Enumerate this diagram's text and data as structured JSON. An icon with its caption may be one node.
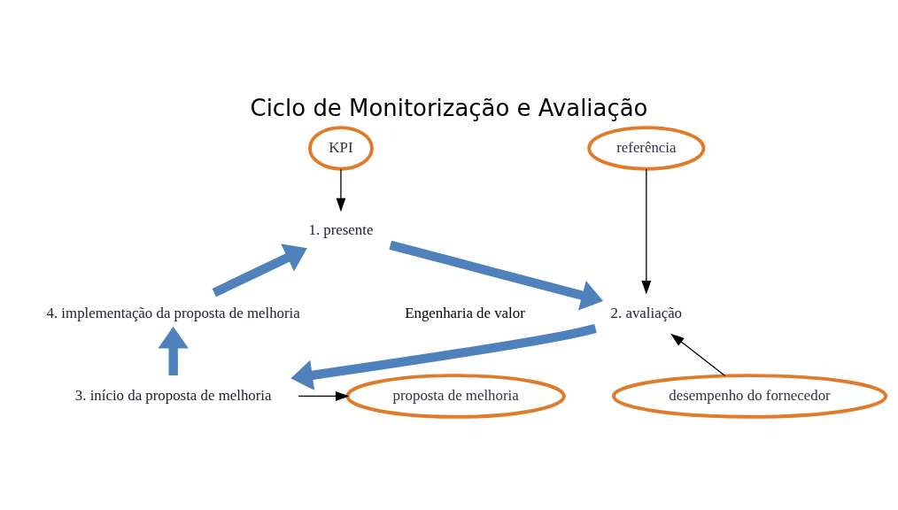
{
  "diagram": {
    "title": "Ciclo de Monitorização e Avaliação",
    "nodes": [
      {
        "text": [
          "KPI"
        ]
      },
      {
        "text": [
          "1. presente"
        ]
      },
      {
        "text": [
          "referência"
        ]
      },
      {
        "text": [
          "2. avaliação"
        ]
      },
      {
        "text": [
          "4. implementação da proposta de melhoria"
        ]
      },
      {
        "text": [
          "3. início da proposta de melhoria"
        ]
      },
      {
        "text": [
          "proposta de melhoria"
        ]
      },
      {
        "text": [
          "desempenho do fornecedor"
        ]
      }
    ],
    "edges": [
      {
        "from": 0,
        "to": 1,
        "arrow": "to"
      },
      {
        "from": 1,
        "to": 3,
        "arrow": "to",
        "style": "thick",
        "color": "#4f81bd"
      },
      {
        "from": 3,
        "to": 5,
        "arrow": "to",
        "style": "thick",
        "color": "#4f81bd"
      },
      {
        "from": 5,
        "to": 4,
        "arrow": "to",
        "style": "thick",
        "color": "#4f81bd"
      },
      {
        "from": 4,
        "to": 1,
        "arrow": "to",
        "style": "thick",
        "color": "#4f81bd"
      },
      {
        "from": 5,
        "to": 6,
        "arrow": "to"
      },
      {
        "from": 2,
        "to": 3,
        "arrow": "to"
      },
      {
        "from": 7,
        "to": 3,
        "arrow": "to"
      }
    ],
    "labels": [
      "Engenharia de valor"
    ]
  }
}
